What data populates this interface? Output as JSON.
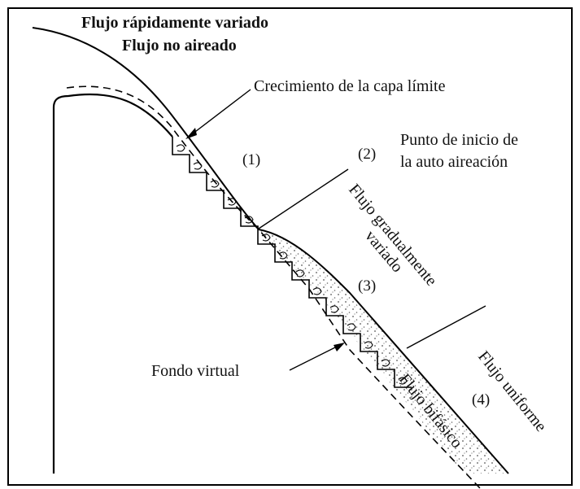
{
  "title": {
    "line1": "Flujo rápidamente variado",
    "line2": "Flujo no aireado"
  },
  "labels": {
    "boundary_layer": "Crecimiento de la capa límite",
    "inception_line1": "Punto de inicio de",
    "inception_line2": "la auto aireación",
    "region1": "(1)",
    "region2": "(2)",
    "region3": "(3)",
    "region4": "(4)",
    "gradual_line1": "Flujo gradualmente",
    "gradual_line2": "variado",
    "uniform": "Flujo uniforme",
    "biphasic": "Flujo bifásico",
    "pseudo_bottom": "Fondo virtual"
  }
}
